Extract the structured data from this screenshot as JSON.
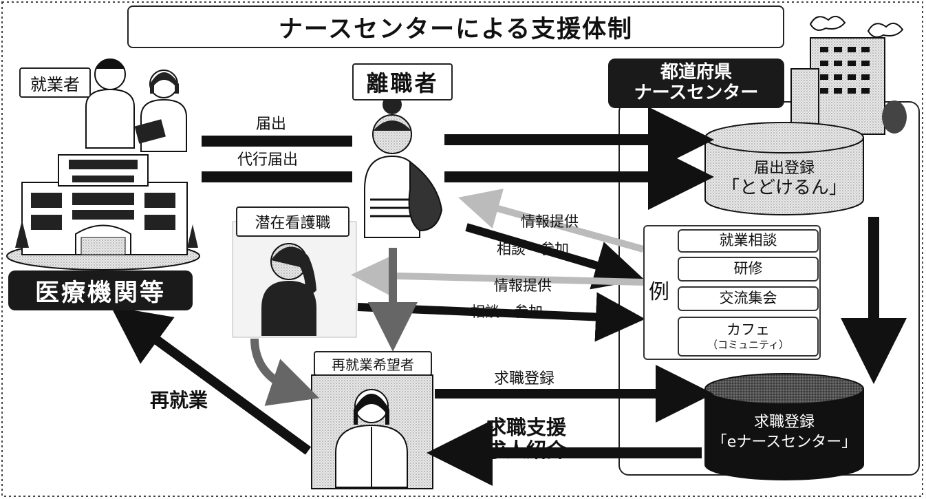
{
  "title": "ナースセンターによる支援体制",
  "actors": {
    "employed": "就業者",
    "medical": "医療機関等",
    "leaving": "離職者",
    "latent": "潜在看護職",
    "seeker": "再就業希望者"
  },
  "center": {
    "line1": "都道府県",
    "line2": "ナースセンター"
  },
  "databases": {
    "todokede": {
      "line1": "届出登録",
      "line2": "「とどけるん」"
    },
    "enurse": {
      "line1": "求職登録",
      "line2": "「eナースセンター」"
    }
  },
  "flows": {
    "notify": "届出",
    "proxy_notify": "代行届出",
    "info1": "情報提供",
    "consult1": "相談・参加",
    "info2": "情報提供",
    "consult2": "相談・参加",
    "job_reg": "求職登録",
    "support_1": "求職支援",
    "support_2": "求人紹介",
    "reemploy": "再就業"
  },
  "examples": {
    "label": "例",
    "items": [
      {
        "main": "就業相談",
        "sub": ""
      },
      {
        "main": "研修",
        "sub": ""
      },
      {
        "main": "交流集会",
        "sub": ""
      },
      {
        "main": "カフェ",
        "sub": "（コミュニティ）"
      }
    ]
  }
}
